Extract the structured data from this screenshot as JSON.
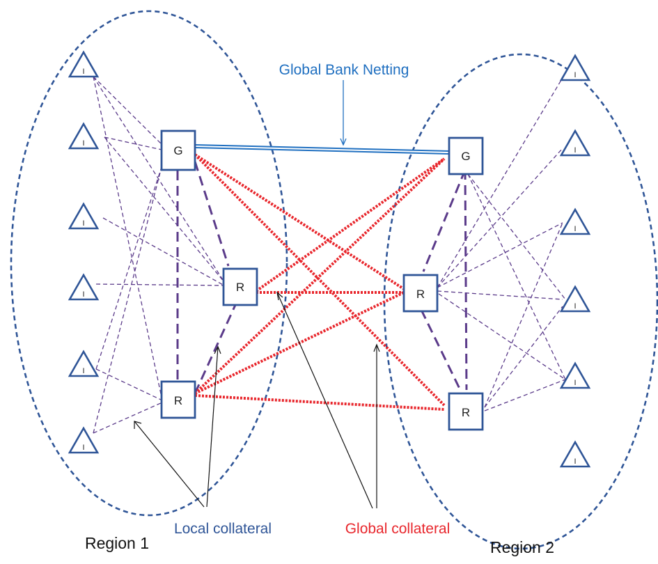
{
  "labels": {
    "global_bank_netting": "Global Bank Netting",
    "local_collateral": "Local collateral",
    "global_collateral": "Global collateral",
    "region1": "Region 1",
    "region2": "Region 2"
  },
  "nodes": {
    "global": "G",
    "regional": "R",
    "investor": "I"
  },
  "colors": {
    "region_border": "#2f5597",
    "netting_line": "#1f6fc0",
    "global_collateral": "#e8262c",
    "local_collateral": "#5b3b8a",
    "local_caption": "#2f5597",
    "global_caption": "#e8262c",
    "netting_caption": "#1f6fc0",
    "node_border": "#2f5597"
  }
}
